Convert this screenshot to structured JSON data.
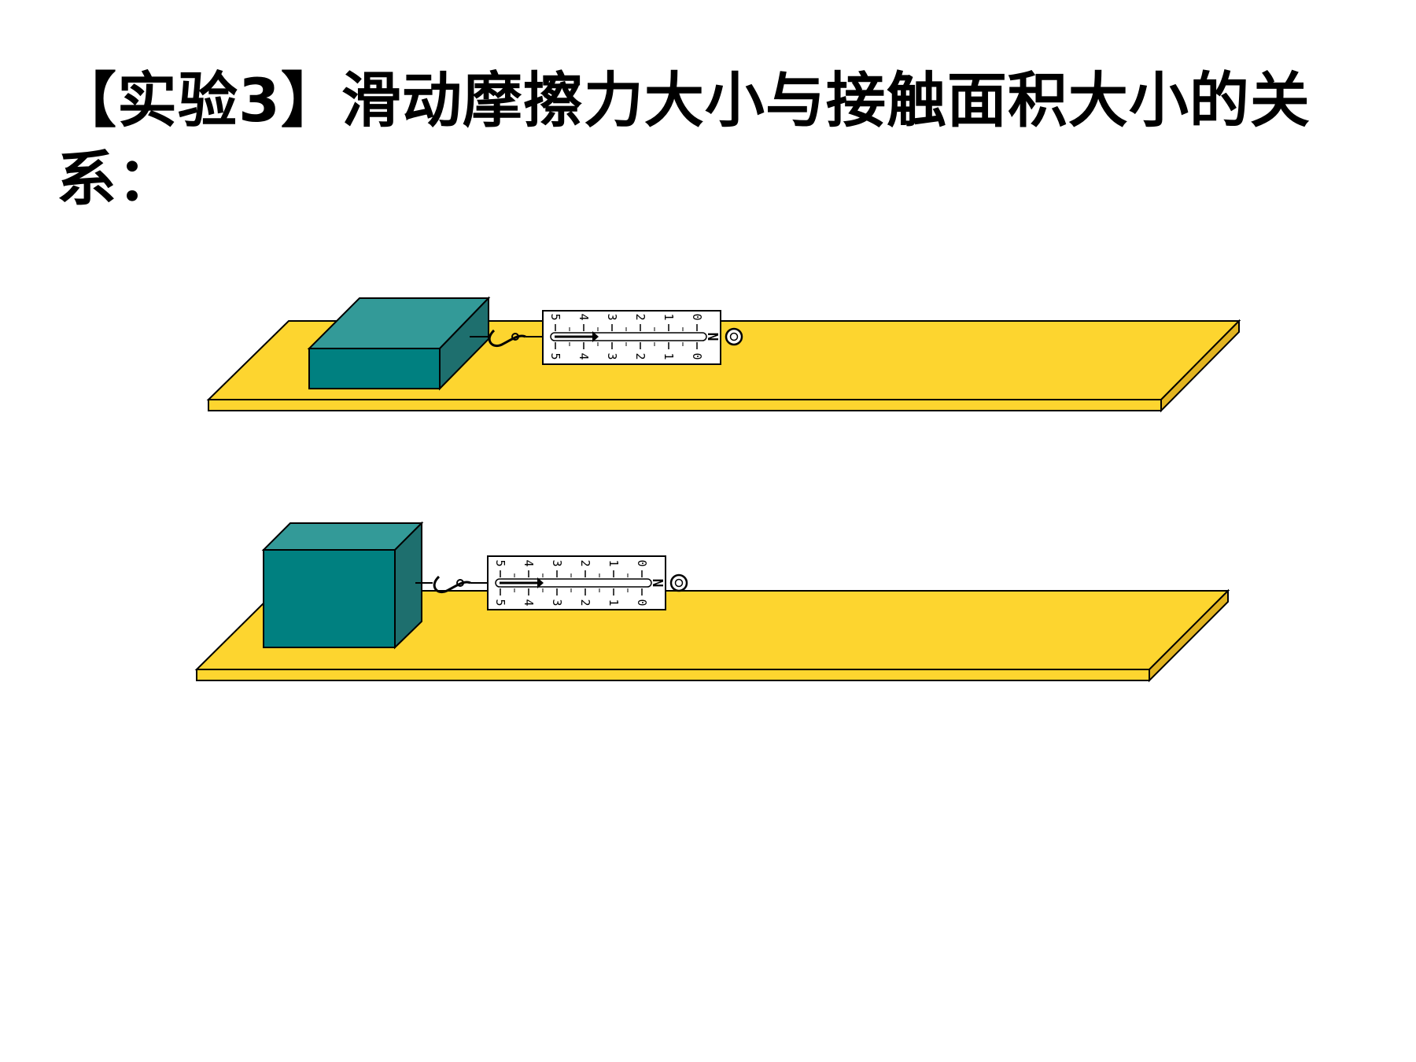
{
  "title": "【实验3】滑动摩擦力大小与接触面积大小的关系：",
  "colors": {
    "board_top": "#FDD52F",
    "board_edge": "#E2B420",
    "block_front": "#008080",
    "block_top": "#339A98",
    "block_side": "#1E6F6E",
    "outline": "#000000"
  },
  "spring_scale": {
    "unit": "N",
    "ticks": [
      "0",
      "1",
      "2",
      "3",
      "4",
      "5"
    ]
  },
  "setups": [
    {
      "block_orientation": "flat"
    },
    {
      "block_orientation": "upright"
    }
  ]
}
